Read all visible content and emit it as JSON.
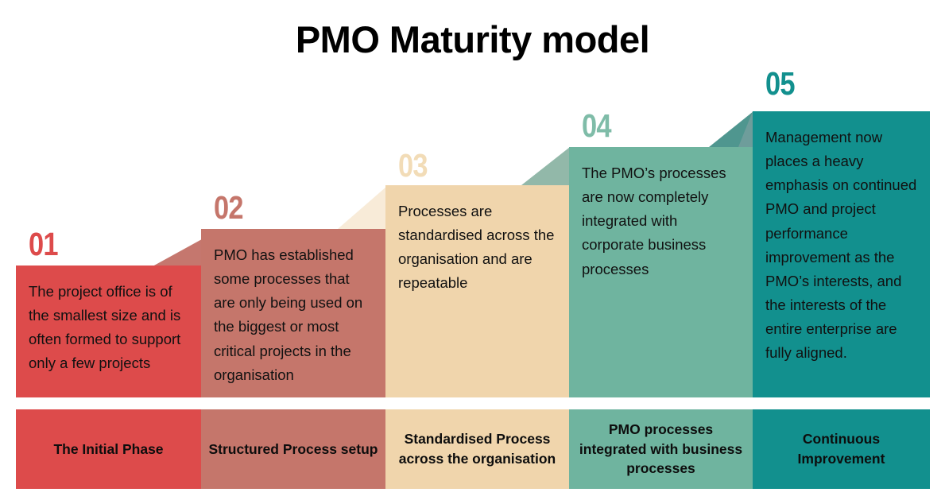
{
  "title": "PMO Maturity model",
  "colors": {
    "step1": "#DD4B4B",
    "step1_riser": "#C5776E",
    "step2": "#C5766B",
    "step2_riser": "#F8EBD8",
    "step3": "#F0D5AC",
    "step3_riser": "#92B8A9",
    "step4": "#6FB49F",
    "step4_riser": "#4F968F",
    "step5": "#12908E",
    "step5_riser": "#6E9D9B",
    "num1": "#DD4B4B",
    "num2": "#C5766B",
    "num3": "#F2DCB7",
    "num4": "#7FBCA8",
    "num5": "#12908E",
    "title_color": "#000000",
    "text_color": "#111111",
    "background": "#FFFFFF"
  },
  "steps": [
    {
      "number": "01",
      "body": "The project office is of the smallest size and is often formed to support only a few projects",
      "label": "The Initial Phase"
    },
    {
      "number": "02",
      "body": "PMO has established some processes that are only being used on the biggest or most critical projects in the organisation",
      "label": "Structured Process setup"
    },
    {
      "number": "03",
      "body": "Processes are standardised across the organisation and are repeatable",
      "label": "Standardised Process across the organisation"
    },
    {
      "number": "04",
      "body": "The PMO’s processes are now completely integrated with corporate business processes",
      "label": "PMO processes integrated with business processes"
    },
    {
      "number": "05",
      "body": "Management now places a heavy emphasis on continued PMO and project performance improvement as the PMO’s interests, and the interests of the entire enterprise are fully aligned.",
      "label": "Continuous Improvement"
    }
  ]
}
